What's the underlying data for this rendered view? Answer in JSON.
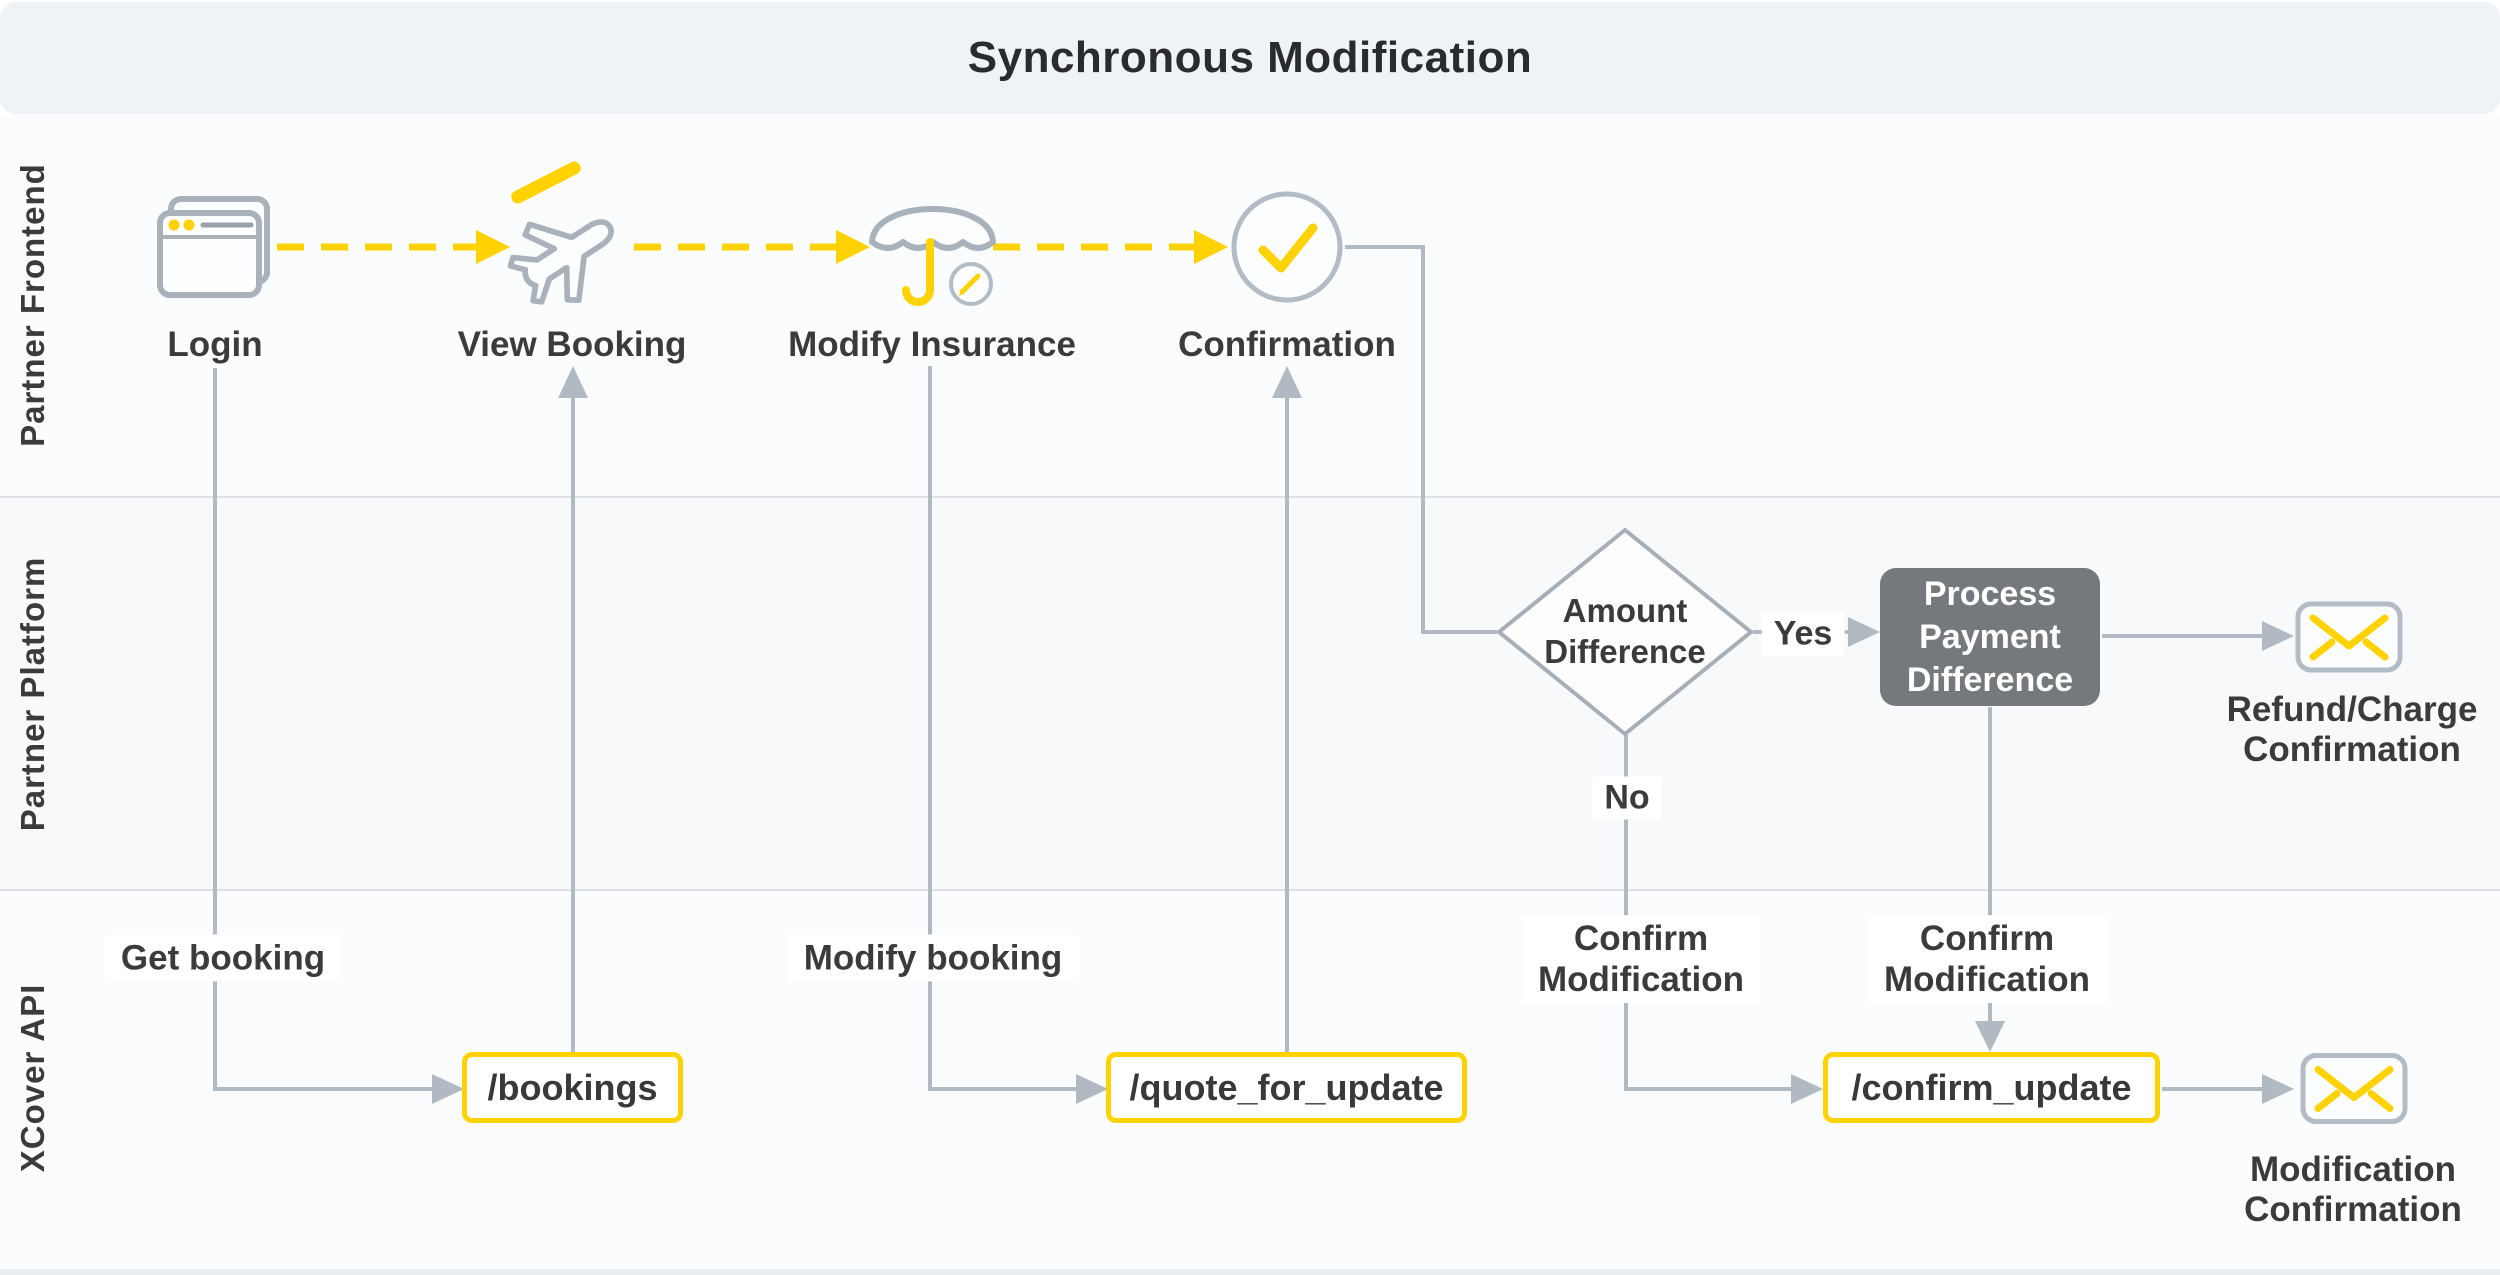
{
  "title": "Synchronous Modification",
  "lanes": [
    {
      "label": "Partner Frontend"
    },
    {
      "label": "Partner Platform"
    },
    {
      "label": "XCover API"
    }
  ],
  "frontend": {
    "steps": [
      {
        "label": "Login",
        "icon": "browser-window-icon"
      },
      {
        "label": "View Booking",
        "icon": "airplane-icon"
      },
      {
        "label": "Modify Insurance",
        "icon": "umbrella-edit-icon"
      },
      {
        "label": "Confirmation",
        "icon": "check-circle-icon"
      }
    ]
  },
  "platform": {
    "decision": {
      "line1": "Amount",
      "line2": "Difference"
    },
    "yes_label": "Yes",
    "no_label": "No",
    "process_box": {
      "line1": "Process",
      "line2": "Payment",
      "line3": "Difference"
    },
    "refund_confirmation": {
      "line1": "Refund/Charge",
      "line2": "Confirmation",
      "icon": "envelope-icon"
    }
  },
  "api": {
    "get_booking_label": "Get booking",
    "modify_booking_label": "Modify booking",
    "confirm_left": {
      "line1": "Confirm",
      "line2": "Modification"
    },
    "confirm_right": {
      "line1": "Confirm",
      "line2": "Modification"
    },
    "endpoints": [
      {
        "label": "/bookings"
      },
      {
        "label": "/quote_for_update"
      },
      {
        "label": "/confirm_update"
      }
    ],
    "modification_confirmation": {
      "line1": "Modification",
      "line2": "Confirmation",
      "icon": "envelope-icon"
    }
  },
  "colors": {
    "accent_yellow": "#ffd200",
    "line_gray": "#b1b9c2",
    "icon_gray": "#a9b2bb",
    "text_dark": "#3a3b3d",
    "process_box_gray": "#75787c",
    "header_bg": "#eff2f7",
    "lane_divider": "#dde1e6"
  }
}
